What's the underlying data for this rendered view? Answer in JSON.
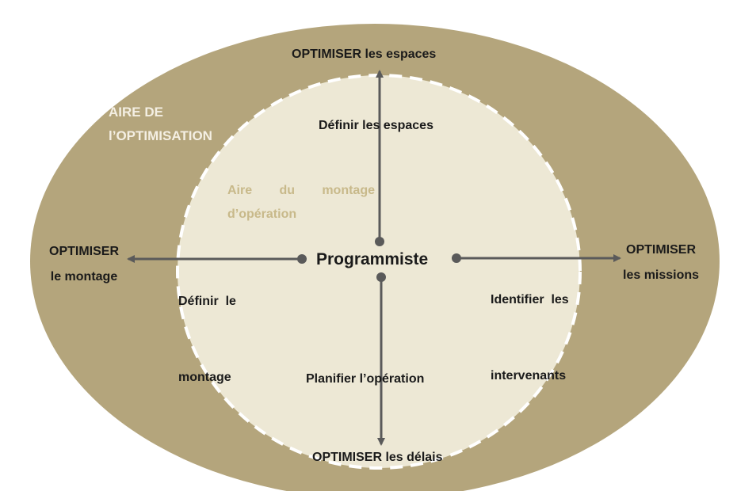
{
  "colors": {
    "outer_area": "#b4a57c",
    "inner_area": "#ede8d5",
    "arrow": "#5a5a5a",
    "outer_zone_text": "#f4efe3",
    "inner_zone_text": "#c8b98a",
    "label_text": "#1a1a1a"
  },
  "zones": {
    "outer": {
      "line1": "AIRE DE",
      "line2": "l’OPTIMISATION"
    },
    "inner": {
      "line1_words": [
        "Aire",
        "du",
        "montage"
      ],
      "line2": "d’opération"
    }
  },
  "center": {
    "label": "Programmiste"
  },
  "axes": {
    "top": {
      "action": "Définir les espaces",
      "goal": "OPTIMISER les espaces"
    },
    "bottom": {
      "action": "Planifier l’opération",
      "goal": "OPTIMISER les délais"
    },
    "left": {
      "action_line1": "Définir  le",
      "action_line2": "montage",
      "goal_line1": "OPTIMISER",
      "goal_line2": "le montage"
    },
    "right": {
      "action_line1": "Identifier  les",
      "action_line2": "intervenants",
      "goal_line1": "OPTIMISER",
      "goal_line2": "les missions"
    }
  }
}
